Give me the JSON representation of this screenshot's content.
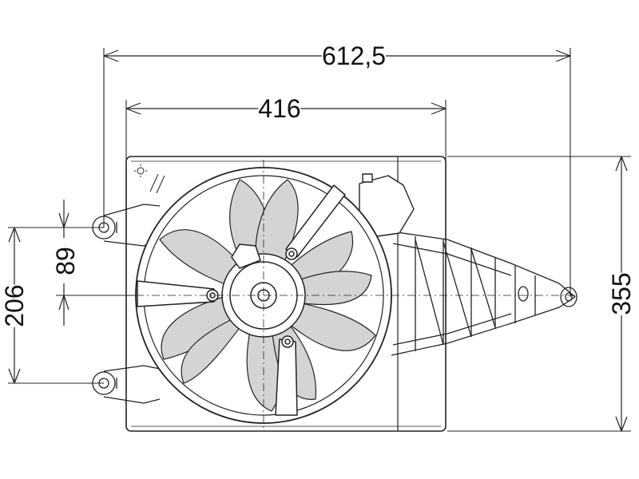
{
  "dimensions": {
    "overall_width": "612,5",
    "shroud_width": "416",
    "overall_height": "355",
    "mount_spacing": "206",
    "mount_offset": "89"
  },
  "colors": {
    "line": "#222222",
    "blade_fill": "#d4d4d4",
    "shroud_fill": "#ffffff"
  }
}
